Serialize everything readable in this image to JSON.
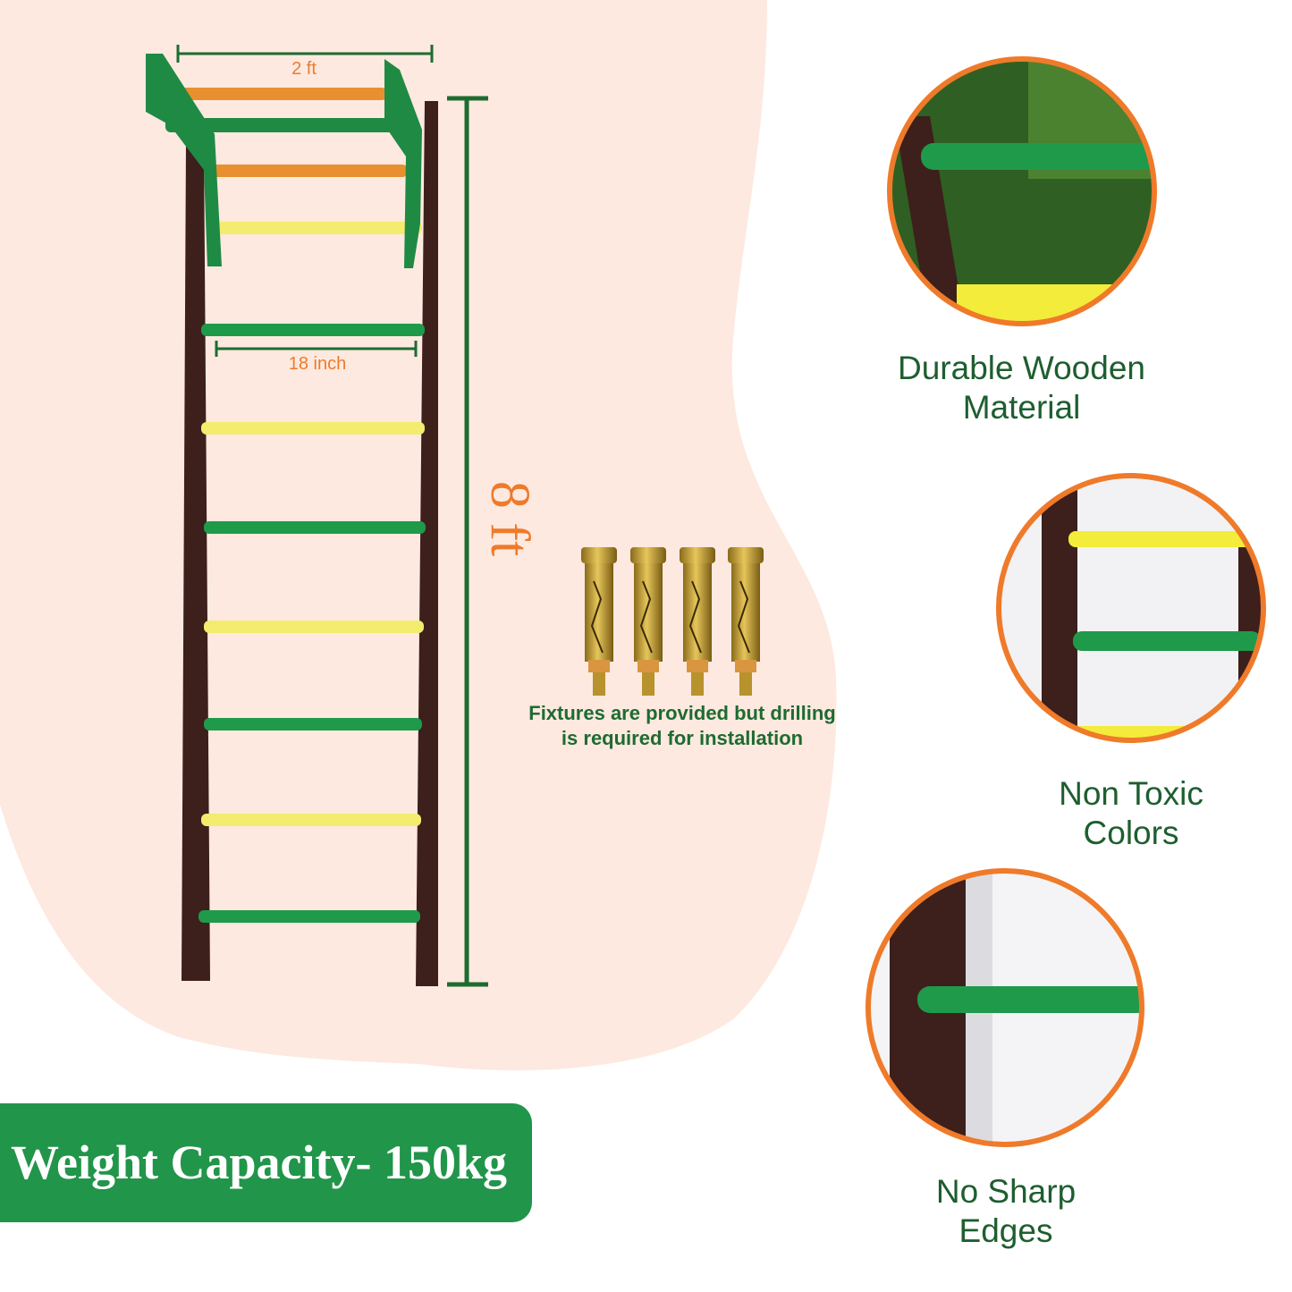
{
  "dimensions": {
    "width_label": "2 ft",
    "rung_label": "18 inch",
    "height_label": "8 ft"
  },
  "fixtures": {
    "caption_line1": "Fixtures are provided but drilling",
    "caption_line2": "is required for installation"
  },
  "features": [
    {
      "line1": "Durable Wooden",
      "line2": "Material",
      "icon": "close-up-rung-photo"
    },
    {
      "line1": "Non Toxic",
      "line2": "Colors",
      "icon": "close-up-colored-rungs-photo"
    },
    {
      "line1": "No Sharp",
      "line2": "Edges",
      "icon": "close-up-smooth-rung-photo"
    }
  ],
  "weight": {
    "label": "Weight Capacity- 150kg"
  },
  "colors": {
    "accent_orange": "#ef7a2a",
    "brand_green": "#21954a",
    "dark_green": "#1e5e2f",
    "peach_background": "#fde9df",
    "rung_green": "#1f9a4a",
    "rung_yellow": "#f3ec6e",
    "frame_brown": "#3d1f1c"
  }
}
